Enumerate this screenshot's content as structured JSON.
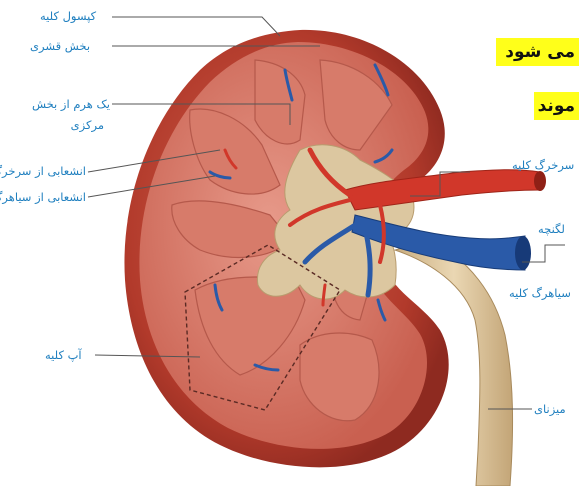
{
  "labels": {
    "capsule": "کپسول کلیه",
    "cortex": "بخش قشری",
    "pyramid_line1": "یک هرم از بخش",
    "pyramid_line2": "مرکزی",
    "artery_branch": "انشعابی از سرخرگ",
    "vein_branch": "انشعابی از سیاهرگ",
    "lobe": "آپ کلیه",
    "renal_artery": "سرخرگ کلیه",
    "pelvis": "لگنچه",
    "renal_vein": "سیاهرگ کلیه",
    "ureter": "میزنای"
  },
  "highlights": {
    "line1": "می شود",
    "line2": "موند"
  },
  "colors": {
    "label_text": "#1f7fbf",
    "highlight_bg": "#ffff1a",
    "kidney_outer": "#b83a2c",
    "cortex": "#c65a4a",
    "artery": "#d1372a",
    "vein": "#2a5aa8",
    "pelvis": "#dcc7a0"
  }
}
